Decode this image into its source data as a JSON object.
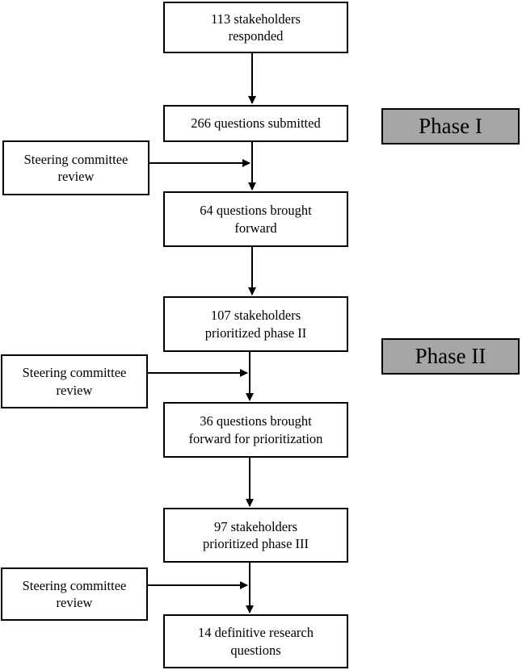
{
  "main_flow": {
    "step1": "113 stakeholders\nresponded",
    "step2": "266 questions submitted",
    "step3": "64 questions brought\nforward",
    "step4": "107 stakeholders\nprioritized phase II",
    "step5": "36 questions brought\nforward for prioritization",
    "step6": "97 stakeholders\nprioritized phase III",
    "step7": "14 definitive research\nquestions"
  },
  "side_reviews": {
    "review1": "Steering committee\nreview",
    "review2": "Steering committee\nreview",
    "review3": "Steering committee\nreview"
  },
  "phases": {
    "phase1": "Phase I",
    "phase2": "Phase II"
  },
  "colors": {
    "phase_fill": "#a6a6a6",
    "stroke": "#000000"
  }
}
